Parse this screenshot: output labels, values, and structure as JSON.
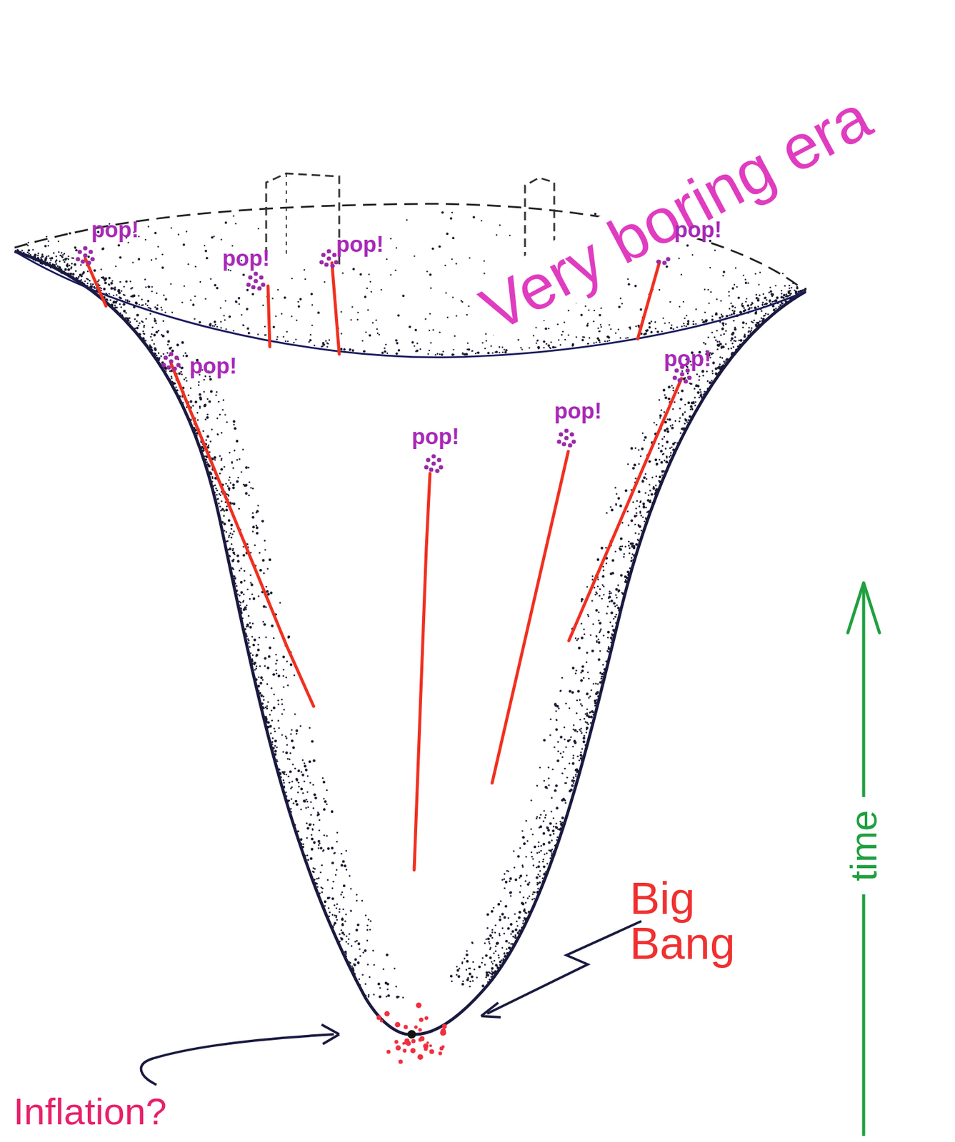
{
  "diagram": {
    "labels": [
      "Very boring era",
      "pop!",
      "pop!",
      "pop!",
      "pop!",
      "pop!",
      "pop!",
      "pop!",
      "pop!",
      "Big Bang",
      "time",
      "Inflation?"
    ]
  }
}
